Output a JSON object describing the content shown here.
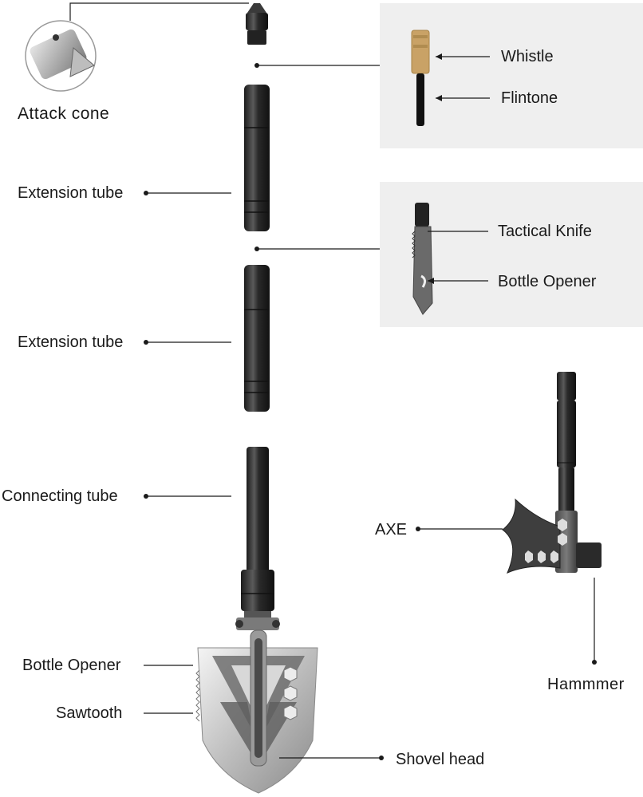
{
  "labels": {
    "attack_cone": "Attack cone",
    "extension_tube_1": "Extension tube",
    "extension_tube_2": "Extension tube",
    "connecting_tube": "Connecting tube",
    "bottle_opener_shovel": "Bottle Opener",
    "sawtooth": "Sawtooth",
    "shovel_head": "Shovel head",
    "whistle": "Whistle",
    "flintone": "Flintone",
    "tactical_knife": "Tactical Knife",
    "bottle_opener_knife": "Bottle Opener",
    "axe": "AXE",
    "hammer": "Hammmer"
  },
  "colors": {
    "panel": "#efefef",
    "metal_dark": "#2b2b2b",
    "metal_light": "#c9c9c9",
    "whistle": "#c9a266",
    "line": "#1a1a1a"
  },
  "icons": {
    "attack_cone": "attack-cone-icon",
    "tube": "extension-tube-icon",
    "shovel": "shovel-head-icon",
    "axe": "axe-icon",
    "knife": "tactical-knife-icon",
    "whistle": "whistle-icon"
  }
}
